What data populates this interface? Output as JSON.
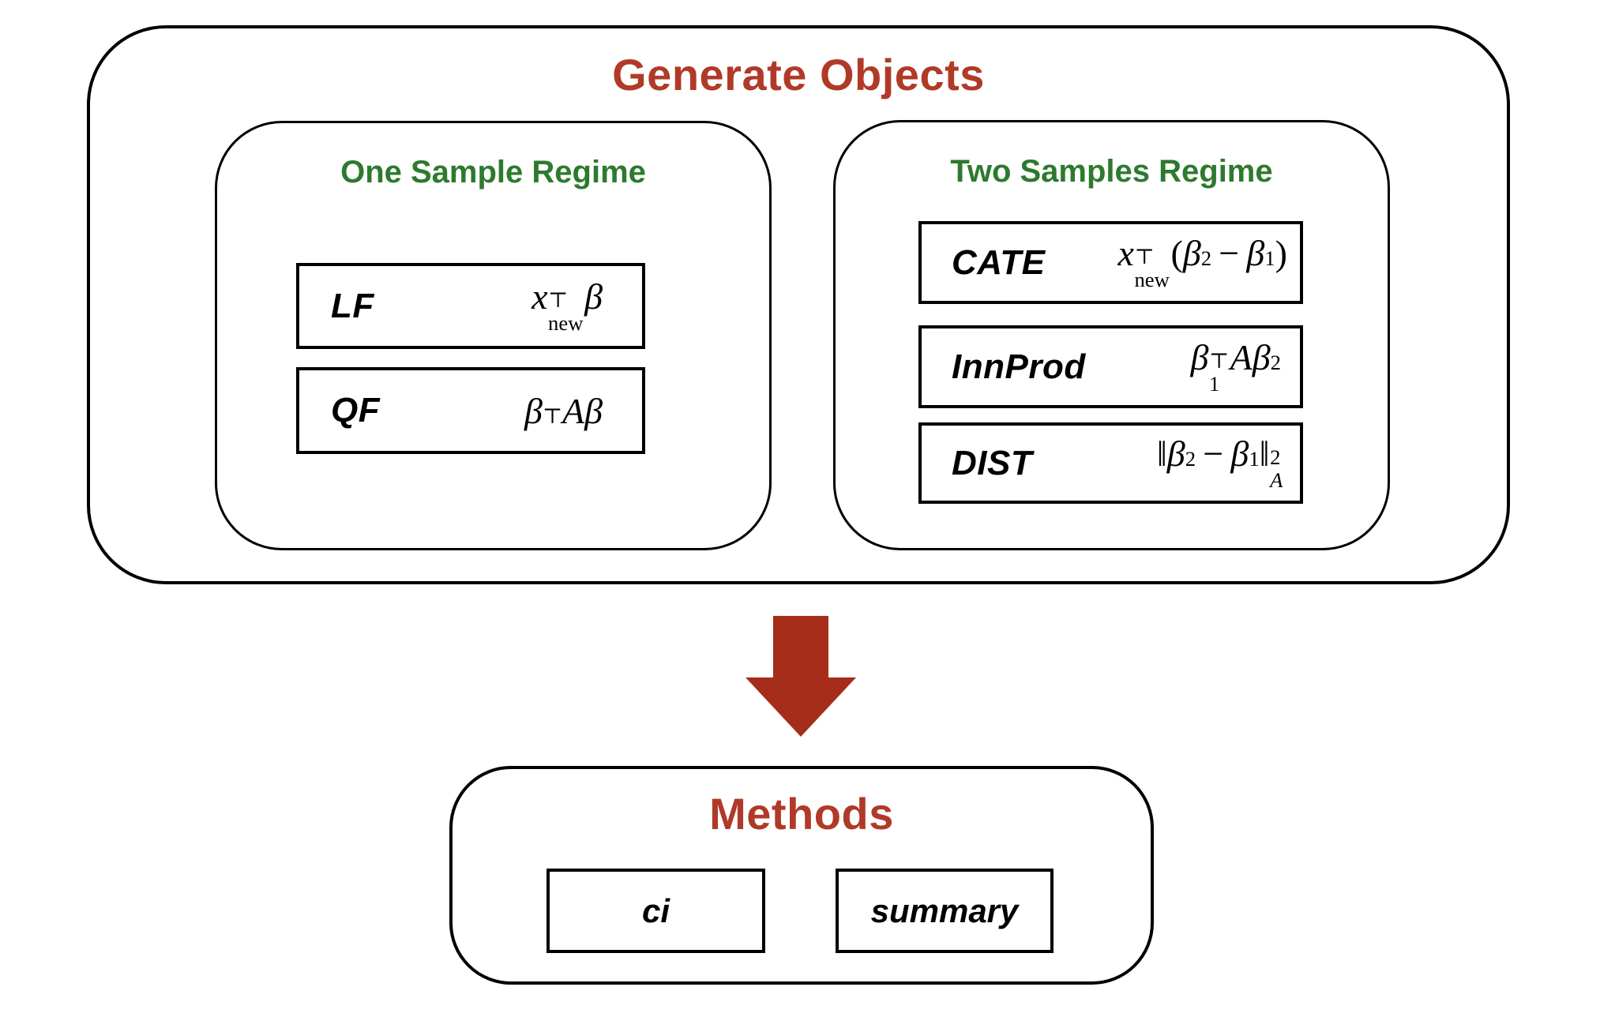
{
  "colors": {
    "title_red": "#b03a28",
    "regime_green": "#2d7a2e",
    "arrow_red": "#a52d19",
    "line_black": "#000000"
  },
  "generate_objects": {
    "title": "Generate Objects",
    "one_sample": {
      "title": "One Sample Regime",
      "items": [
        {
          "label": "LF",
          "formula": [
            {
              "t": "v",
              "x": "x"
            },
            {
              "t": "st",
              "top": "⊤",
              "bot": "new",
              "botStyle": "rom"
            },
            {
              "t": "v",
              "x": "β"
            }
          ],
          "formula_text": "x_new^T β"
        },
        {
          "label": "QF",
          "formula": [
            {
              "t": "v",
              "x": "β"
            },
            {
              "t": "sup",
              "x": "⊤"
            },
            {
              "t": "v",
              "x": "A"
            },
            {
              "t": "v",
              "x": "β"
            }
          ],
          "formula_text": "β^T A β"
        }
      ]
    },
    "two_samples": {
      "title": "Two Samples Regime",
      "items": [
        {
          "label": "CATE",
          "formula": [
            {
              "t": "v",
              "x": "x"
            },
            {
              "t": "st",
              "top": "⊤",
              "bot": "new",
              "botStyle": "rom"
            },
            {
              "t": "r",
              "x": "("
            },
            {
              "t": "v",
              "x": "β"
            },
            {
              "t": "sub",
              "x": "2"
            },
            {
              "t": "op",
              "x": "−"
            },
            {
              "t": "v",
              "x": "β"
            },
            {
              "t": "sub",
              "x": "1"
            },
            {
              "t": "r",
              "x": ")"
            }
          ],
          "formula_text": "x_new^T (β_2 − β_1)"
        },
        {
          "label": "InnProd",
          "formula": [
            {
              "t": "v",
              "x": "β"
            },
            {
              "t": "st",
              "top": "⊤",
              "bot": "1",
              "botStyle": "rom"
            },
            {
              "t": "v",
              "x": "A"
            },
            {
              "t": "v",
              "x": "β"
            },
            {
              "t": "sub",
              "x": "2"
            }
          ],
          "formula_text": "β_1^T A β_2"
        },
        {
          "label": "DIST",
          "formula": [
            {
              "t": "r",
              "x": "‖"
            },
            {
              "t": "v",
              "x": "β"
            },
            {
              "t": "sub",
              "x": "2"
            },
            {
              "t": "op",
              "x": "−"
            },
            {
              "t": "v",
              "x": "β"
            },
            {
              "t": "sub",
              "x": "1"
            },
            {
              "t": "r",
              "x": "‖"
            },
            {
              "t": "st",
              "top": "2",
              "bot": "A",
              "botStyle": "it"
            }
          ],
          "formula_text": "‖β_2 − β_1‖_A^2"
        }
      ]
    }
  },
  "arrow": {
    "icon": "down-arrow"
  },
  "methods": {
    "title": "Methods",
    "items": [
      {
        "label": "ci"
      },
      {
        "label": "summary"
      }
    ]
  }
}
